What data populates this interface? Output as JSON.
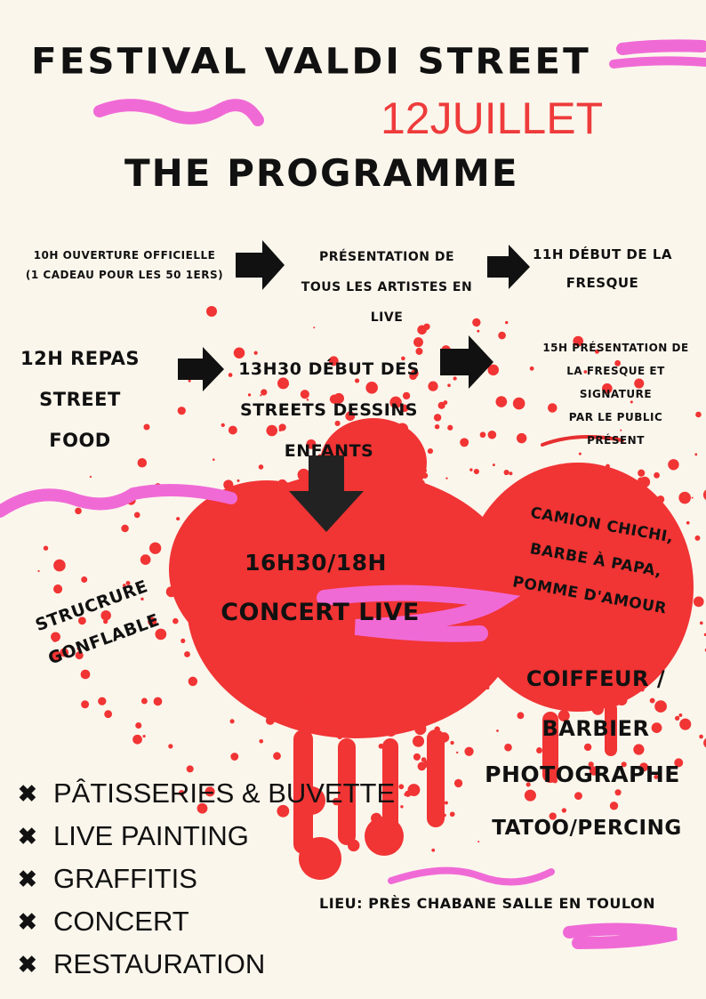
{
  "header": {
    "title": "FESTIVAL VALDI STREET",
    "date": "12JUILLET",
    "subtitle": "THE PROGRAMME"
  },
  "schedule": [
    {
      "line1": "10H OUVERTURE OFFICIELLE",
      "line2": "(1 CADEAU POUR LES 50  1ERS)"
    },
    {
      "line1": "PRÉSENTATION DE",
      "line2": "TOUS LES ARTISTES EN",
      "line3": "LIVE"
    },
    {
      "line1": "11H DÉBUT DE LA",
      "line2": "FRESQUE"
    },
    {
      "line1": "12H REPAS",
      "line2": "STREET",
      "line3": "FOOD"
    },
    {
      "line1": "13H30 DÉBUT DES",
      "line2": "STREETS DESSINS",
      "line3": "ENFANTS"
    },
    {
      "line1": "15H PRÉSENTATION DE",
      "line2": "LA FRESQUE ET",
      "line3": "SIGNATURE",
      "line4": "PAR LE PUBLIC",
      "line5": "PRÉSENT"
    }
  ],
  "concert": {
    "time": "16H30/18H",
    "label": "CONCERT LIVE"
  },
  "side_left": {
    "line1": "STRUCRURE",
    "line2": "GONFLABLE"
  },
  "side_right": {
    "line1": "CAMION CHICHI,",
    "line2": "BARBE À PAPA,",
    "line3": "POMME D'AMOUR"
  },
  "services": [
    "COIFFEUR /",
    "BARBIER",
    "PHOTOGRAPHE",
    "TATOO/PERCING"
  ],
  "activities": [
    "PÂTISSERIES & BUVETTE",
    "LIVE PAINTING",
    "GRAFFITIS",
    "CONCERT",
    "RESTAURATION"
  ],
  "bullet_icon": "x-mark-icon",
  "location": "LIEU: PRÈS CHABANE SALLE EN TOULON",
  "colors": {
    "background": "#fbf6ec",
    "red": "#f13434",
    "pink": "#f06ad6",
    "black": "#111111"
  }
}
